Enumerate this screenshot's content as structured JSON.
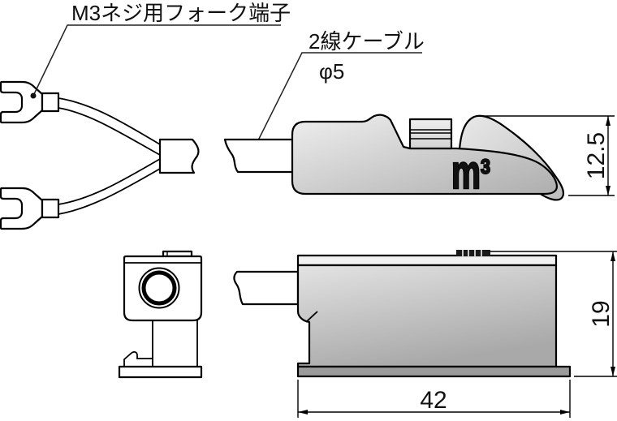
{
  "drawing": {
    "kind": "technical-dimension-drawing",
    "labels": {
      "fork_terminal": "M3ネジ用フォーク端子",
      "cable_type": "2線ケーブル",
      "cable_diameter": "φ5"
    },
    "dimensions": {
      "head_height": "12.5",
      "body_height": "19",
      "body_length": "42"
    },
    "logo": {
      "base": "m",
      "exponent": "3"
    },
    "colors": {
      "line": "#000000",
      "body_light": "#ececec",
      "body_dark": "#aeaeae",
      "base_plate": "#9b9b9b",
      "background": "#ffffff"
    }
  }
}
